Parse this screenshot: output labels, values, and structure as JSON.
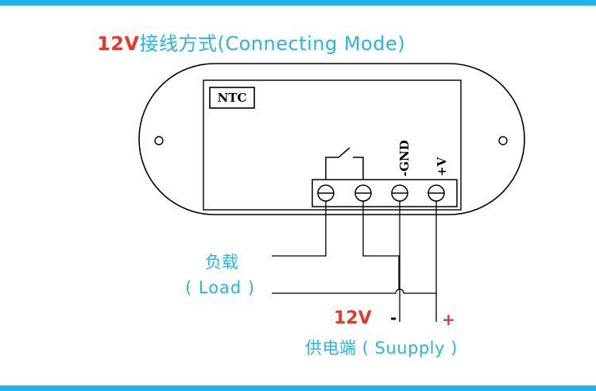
{
  "title": {
    "voltage": "12V",
    "rest": "接线方式(Connecting  Mode)"
  },
  "device": {
    "sensor_label": "NTC",
    "pin_gnd": "-GND",
    "pin_vplus": "+V"
  },
  "load": {
    "cn": "负载",
    "en": "( Load )"
  },
  "supply": {
    "voltage": "12V",
    "minus": "-",
    "plus": "+",
    "label": "供电端 ( Suupply )"
  },
  "colors": {
    "accent_cyan": "#29b4e3",
    "voltage_red": "#e8382c",
    "bar": "#1fb3e8",
    "line": "#000000"
  }
}
